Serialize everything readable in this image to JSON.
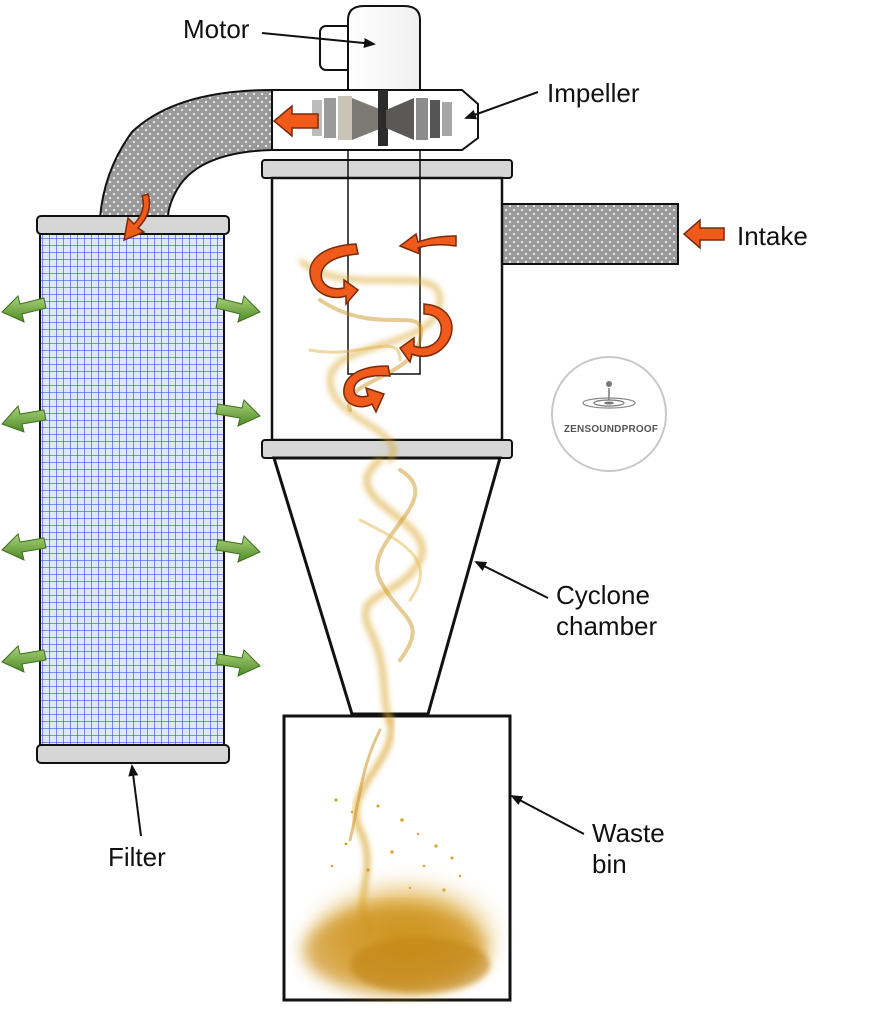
{
  "labels": {
    "motor": "Motor",
    "impeller": "Impeller",
    "intake": "Intake",
    "cyclone_line1": "Cyclone",
    "cyclone_line2": "chamber",
    "waste_line1": "Waste",
    "waste_line2": "bin",
    "filter": "Filter"
  },
  "logo": {
    "text": "ZENSOUNDPROOF"
  },
  "colors": {
    "airflow_arrow": "#f05a1a",
    "exhaust_arrow": "#6ba33a",
    "filter_mesh": "#3b5bdb",
    "filter_bg": "#dfe7fb",
    "dust": "#d9a227",
    "duct_fill": "#9a9a9a",
    "outline": "#111111",
    "cap_gray": "#d6d6d6"
  },
  "icons": [
    "airflow-arrow-icon",
    "exhaust-arrow-icon",
    "logo-water-drop-icon"
  ]
}
